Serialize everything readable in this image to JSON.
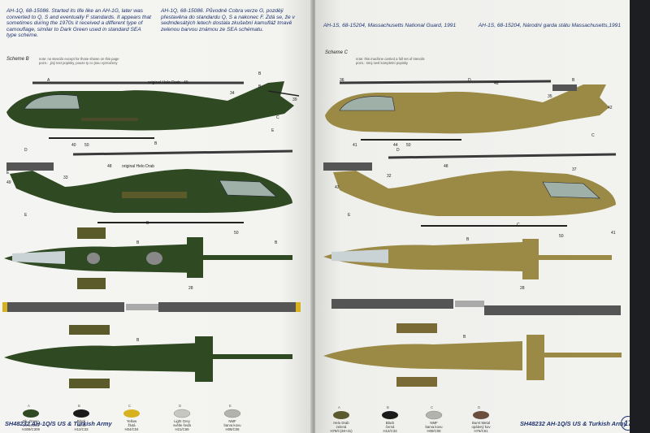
{
  "left_page": {
    "intro_en": "AH-1Q, 68-15086. Started its life like an AH-1G, later was converted to Q, S and eventually F standards. It appears that sometimes during the 1970s it received a different type of camouflage, similar to Dark Green used in standard SEA type scheme.",
    "intro_cz": "AH-1Q, 68-15086. Původně Cobra verze G, později přestavěna do standardu Q, S a nakonec F. Zdá se, že v sedmdesátých letech dostala zkušební kamufláž tmavě zelenou barvou známou ze SEA schématu.",
    "scheme_label": "Scheme B",
    "note_line1": "note: no stencils except for those shown on this page",
    "note_line2": "pozn.: ,jiný text popisky, pouze ty co jsou vyznačeny",
    "callouts": [
      "A",
      "49",
      "original Helo Drab",
      "34",
      "39",
      "B",
      "B",
      "E",
      "C",
      "40",
      "50",
      "B",
      "D",
      "E",
      "49",
      "48",
      "original Helo Drab",
      "33",
      "E",
      "B",
      "50",
      "B",
      "B",
      "28",
      "B"
    ],
    "swatches": [
      {
        "letter": "A",
        "name": "Dk. Green",
        "cz": "tm. zelená",
        "code": "H309/C309",
        "color": "#2f4a22"
      },
      {
        "letter": "B",
        "name": "Black",
        "cz": "černá",
        "code": "H12/C33",
        "color": "#1b1b1b"
      },
      {
        "letter": "C",
        "name": "Yellow",
        "cz": "žlutá",
        "code": "H04/C04",
        "color": "#d8b21e"
      },
      {
        "letter": "D",
        "name": "Light Grey",
        "cz": "světle šedá",
        "code": "H21/C69",
        "color": "#c7c7c2"
      },
      {
        "letter": "E",
        "name": "NMF",
        "cz": "barva kovu",
        "code": "H08/C08",
        "color": "#b3b3ae"
      }
    ],
    "footer": "SH48232 AH-1Q/S US & Turkish Army"
  },
  "right_page": {
    "intro_en": "AH-1S, 68-15204, Massachusetts National Guard, 1991",
    "intro_cz": "AH-1S, 68-15204, Národní garda státu Massachusetts,1991",
    "scheme_label": "Scheme C",
    "note_line1": "note: this machine carried a full set of stencils",
    "note_line2": "pozn.: stroj nesl kompletní popisky",
    "callouts": [
      "36",
      "D",
      "48",
      "35",
      "B",
      "42",
      "41",
      "C",
      "44",
      "50",
      "D",
      "32",
      "48",
      "37",
      "43",
      "E",
      "41",
      "50",
      "C",
      "B",
      "28",
      "B"
    ],
    "swatches": [
      {
        "letter": "A",
        "name": "Helo Drab",
        "cz": "zelená",
        "code": "H79/C(38+31)",
        "color": "#5a5a2e"
      },
      {
        "letter": "B",
        "name": "Black",
        "cz": "černá",
        "code": "H12/C33",
        "color": "#1b1b1b"
      },
      {
        "letter": "C",
        "name": "NMF",
        "cz": "barva kovu",
        "code": "H08/C08",
        "color": "#b3b3ae"
      },
      {
        "letter": "D",
        "name": "Burnt Metal",
        "cz": "opálený kov",
        "code": "H76/C61",
        "color": "#6a4f3f"
      }
    ],
    "footer": "SH48232 AH-1Q/S US & Turkish Army",
    "page_number": "17"
  },
  "colors": {
    "dark_green": "#2f4a22",
    "desert_tan": "#9a8a45",
    "text_blue": "#1f3470"
  }
}
